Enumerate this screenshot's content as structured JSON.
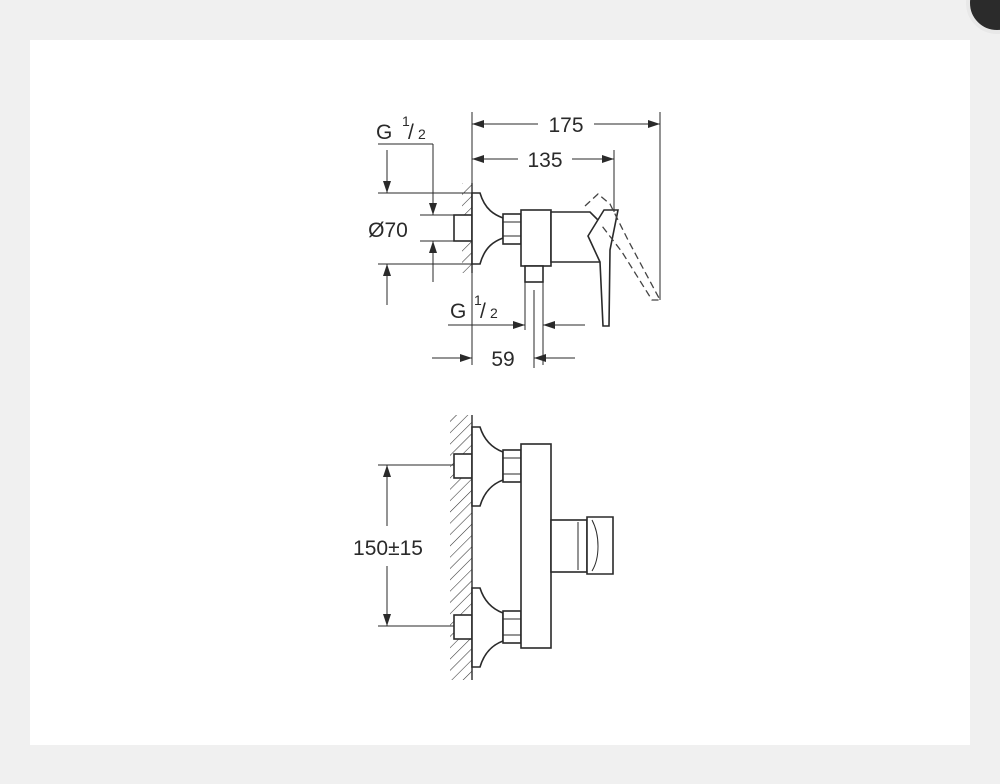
{
  "dimensions": {
    "total_depth": "175",
    "handle_depth": "135",
    "escutcheon_diameter": "Ø70",
    "inlet_thread_g": "G",
    "inlet_thread_num": "1",
    "inlet_thread_den": "2",
    "outlet_thread_g": "G",
    "outlet_thread_num": "1",
    "outlet_thread_den": "2",
    "outlet_offset": "59",
    "inlet_spacing": "150±15"
  }
}
